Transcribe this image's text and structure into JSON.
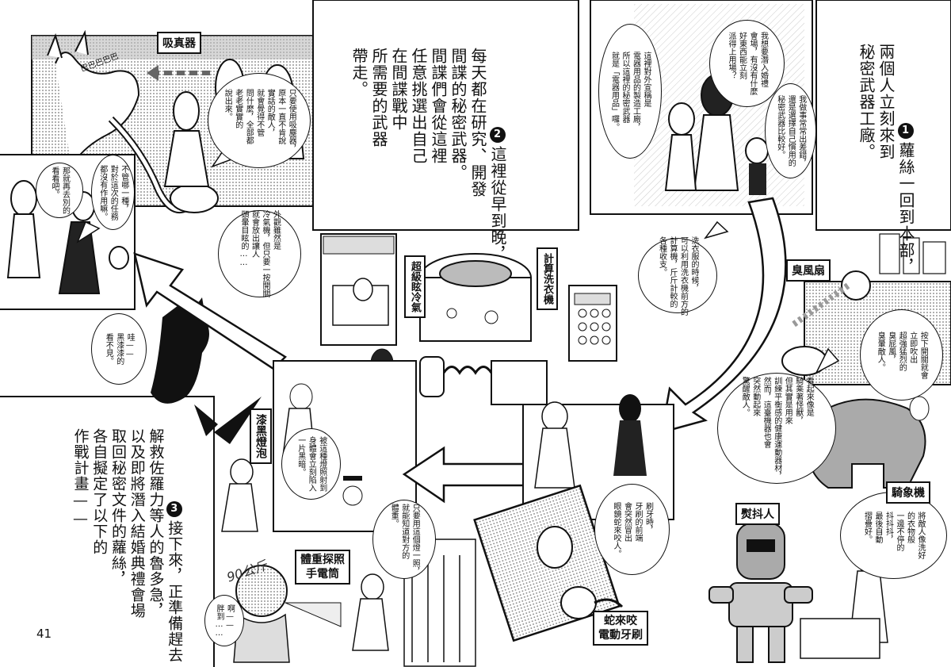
{
  "page": {
    "number": "41"
  },
  "narration": {
    "n1": {
      "marker": "1",
      "text": "蘿絲一回到本部，\n兩個人立刻來到\n秘密武器工廠。"
    },
    "n2": {
      "marker": "2",
      "text": "這裡從早到晚，\n每天都在研究、開發\n間諜的秘密武器。\n間諜們會從這裡\n任意挑選出自己\n在間諜戰中\n所需要的武器\n帶走。"
    },
    "n3": {
      "marker": "3",
      "text": "接下來，正準備趕去\n解救佐羅力等人的魯多急，\n以及即將潛入結婚典禮會場\n取回秘密文件的蘿絲，\n各自擬定了以下的\n作戰計畫——"
    }
  },
  "bubbles": {
    "b_vacuum": "只要使用吸塵器，\n原本一直不肯說\n實話的敵人，\n就會覺得不管\n問什麼，全部都\n老老實實的\n說出來。",
    "b_mission": "不管哪一種，\n對於這次的任務\n都沒有作用嘛。",
    "b_go": "那就再去別的\n看看吧。",
    "b_black": "哇——\n黑漆漆的\n看不見。",
    "b_appliance": "這裡對外宣稱是\n電器用品的製造工廠，\n所以這裡的秘密武器\n就是「電器用品」囉。",
    "b_ask": "我想要潛入婚禮\n會場，有沒有什麼\n好東西能立刻\n派得上用場？",
    "b_rose": "我做事常常出差錯，\n還是選擇自己慣用的\n秘密武器比較好。",
    "b_aircon": "外觀雖然是\n冷氣機，但只要一按開關\n就會放出讓人\n頭暈目眩的……",
    "b_washer": "洗衣服的時候，\n可以利用洗衣機前方的\n計算機，斤斤計較的\n各種收支。",
    "b_fan": "按下開關就會\n立即吹出\n超強猛烈的\n臭屁風，\n臭暈敵人。",
    "b_ride": "看起來像是\n騎乘著怪獸，\n但其實是用來\n訓練平衡感的健康運動器材，\n然而，這臺機器也會\n突然動起來\n驚醒敵人。",
    "b_shake": "將敵人像洗好\n的衣物般\n一邊不停的\n抖抖抖，\n最後自動\n摺疊好。",
    "b_flash": "被這種燈照射到\n身體會立刻陷入\n一片黑暗。",
    "b_weight": "只要用這個燈一照，\n就能知道對方的\n體重。",
    "b_brush": "刷牙時，\n牙刷的前端\n會突然冒出\n眼鏡蛇來咬人。",
    "b_shock": "啊——\n胖到……"
  },
  "labels": {
    "vacuum": "吸真器",
    "aircon": "超級眩冷氣",
    "washer": "計算洗衣機",
    "fan": "臭風扇",
    "blacklight": "漆黑燈泡",
    "ride": "騎象機",
    "shaker": "熨抖人",
    "weight_flash_1": "體重探照",
    "weight_flash_2": "手電筒",
    "snake_brush_1": "蛇來咬",
    "snake_brush_2": "電動牙刷"
  },
  "sfx": {
    "babble": "巴巴巴巴巴",
    "weight": "90公斤"
  },
  "colors": {
    "ink": "#111111",
    "paper": "#ffffff",
    "screen_tone": "#8c8c8c",
    "panel_grey": "#bdbdbd"
  }
}
